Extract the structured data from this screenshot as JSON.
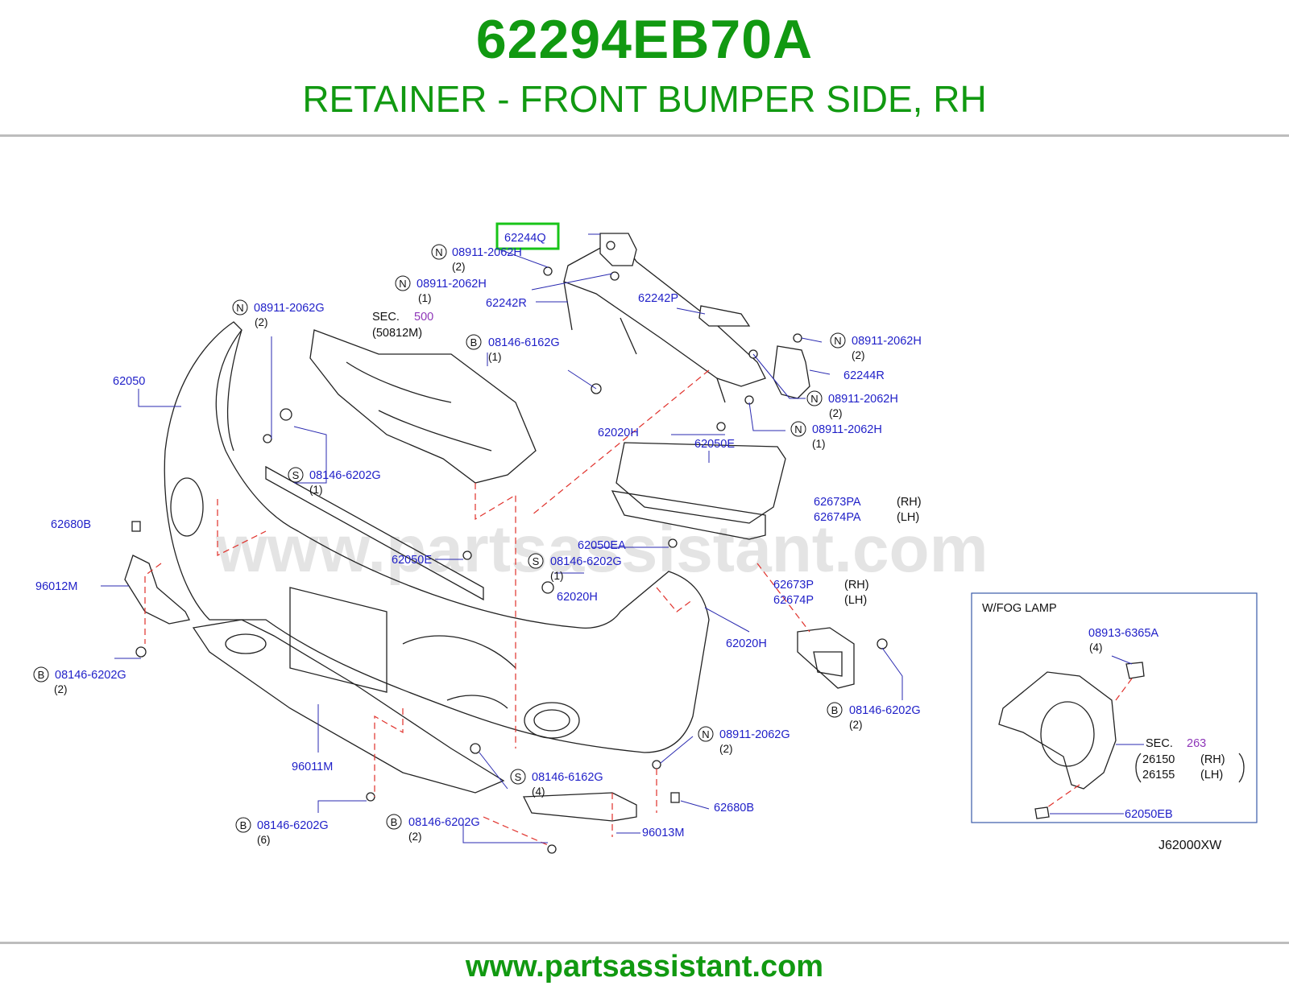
{
  "header": {
    "part_number": "62294EB70A",
    "description": "RETAINER - FRONT BUMPER SIDE, RH"
  },
  "footer": {
    "url": "www.partsassistant.com"
  },
  "watermark": "www.partsassistant.com",
  "colors": {
    "title": "#119911",
    "label": "#1f1fc8",
    "section": "#8e36b8",
    "highlight": "#18c418",
    "dashed_lines": "#e0302a"
  },
  "diagram": {
    "highlighted_part": "62244Q",
    "labels": {
      "p62244Q": "62244Q",
      "n1": "08911-2062H",
      "n1q": "(2)",
      "n2": "08911-2062H",
      "n2q": "(1)",
      "p62242R": "62242R",
      "p62242P": "62242P",
      "n3": "08911-2062G",
      "n3q": "(2)",
      "sec1": "SEC.",
      "sec1n": "500",
      "sec1p": "(50812M)",
      "b1": "08146-6162G",
      "b1q": "(1)",
      "n4": "08911-2062H",
      "n4q": "(2)",
      "p62244R": "62244R",
      "n5": "08911-2062H",
      "n5q": "(2)",
      "n6": "08911-2062H",
      "n6q": "(1)",
      "p62050": "62050",
      "p62020H_a": "62020H",
      "p62050E_a": "62050E",
      "s1": "08146-6202G",
      "s1q": "(1)",
      "p62673PA": "62673PA",
      "rh1": "(RH)",
      "p62674PA": "62674PA",
      "lh1": "(LH)",
      "p62680B_a": "62680B",
      "p62050EA": "62050EA",
      "p62050E_b": "62050E",
      "s2": "08146-6202G",
      "s2q": "(1)",
      "p96012M": "96012M",
      "p62020H_b": "62020H",
      "p62673P": "62673P",
      "rh2": "(RH)",
      "p62674P": "62674P",
      "lh2": "(LH)",
      "p62020H_c": "62020H",
      "b2": "08146-6202G",
      "b2q": "(2)",
      "b3": "08146-6202G",
      "b3q": "(2)",
      "n7": "08911-2062G",
      "n7q": "(2)",
      "p96011M": "96011M",
      "s3": "08146-6162G",
      "s3q": "(4)",
      "p62680B_b": "62680B",
      "b4": "08146-6202G",
      "b4q": "(6)",
      "b5": "08146-6202G",
      "b5q": "(2)",
      "p96013M": "96013M",
      "fog_title": "W/FOG   LAMP",
      "n8": "08913-6365A",
      "n8q": "(4)",
      "sec2": "SEC.",
      "sec2n": "263",
      "p26150": "26150",
      "rh3": "(RH)",
      "p26155": "26155",
      "lh3": "(LH)",
      "p62050EB": "62050EB",
      "code": "J62000XW"
    }
  }
}
